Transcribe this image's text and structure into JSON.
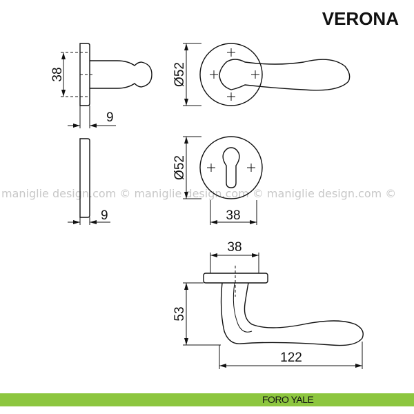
{
  "title": "VERONA",
  "watermark": "maniglie design.com © maniglie design.com © maniglie design.com ©",
  "dimensions": {
    "rose_height": "38",
    "rose_thickness": "9",
    "rose_diameter": "Ø52",
    "escutcheon_diameter": "Ø52",
    "escutcheon_thickness": "9",
    "escutcheon_width": "38",
    "rose_width_bottom": "38",
    "handle_height": "53",
    "handle_length": "122"
  },
  "footer": {
    "label": "FORO YALE",
    "color": "#8dc63f"
  }
}
